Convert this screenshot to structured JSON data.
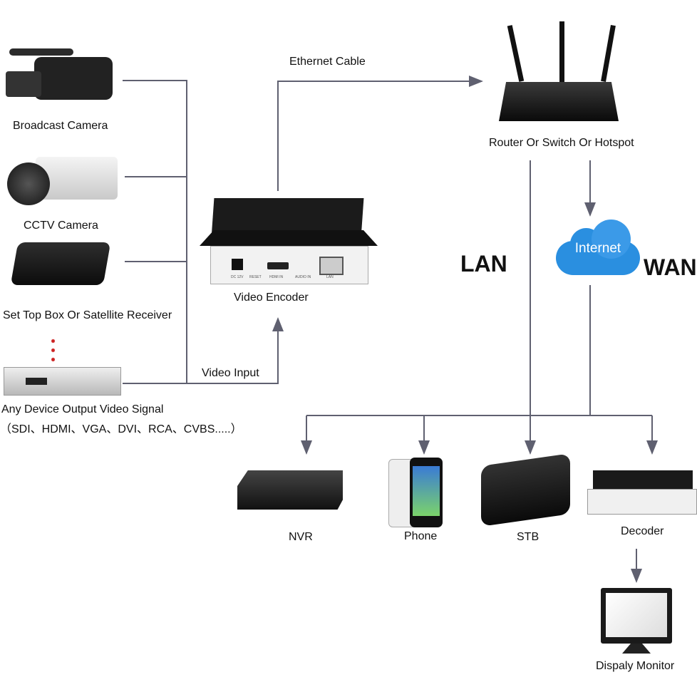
{
  "sources": [
    {
      "label": "Broadcast Camera"
    },
    {
      "label": "CCTV Camera"
    },
    {
      "label": "Set Top Box Or Satellite Receiver"
    },
    {
      "label": "Any Device Output Video Signal",
      "sublabel": "（SDI、HDMI、VGA、DVI、RCA、CVBS.....）"
    }
  ],
  "encoder": {
    "label": "Video Encoder",
    "ports": [
      "DC 12V",
      "RESET",
      "HDMI IN",
      "AUDIO IN",
      "LAN"
    ]
  },
  "links": {
    "ethernet": "Ethernet Cable",
    "video_input": "Video Input",
    "lan": "LAN",
    "wan": "WAN"
  },
  "router": {
    "label": "Router Or Switch Or Hotspot"
  },
  "internet": {
    "label": "Internet",
    "color": "#2a8fe0"
  },
  "outputs": [
    {
      "label": "NVR"
    },
    {
      "label": "Phone"
    },
    {
      "label": "STB"
    },
    {
      "label": "Decoder"
    }
  ],
  "monitor": {
    "label": "Dispaly Monitor"
  },
  "line_color": "#5f6070"
}
